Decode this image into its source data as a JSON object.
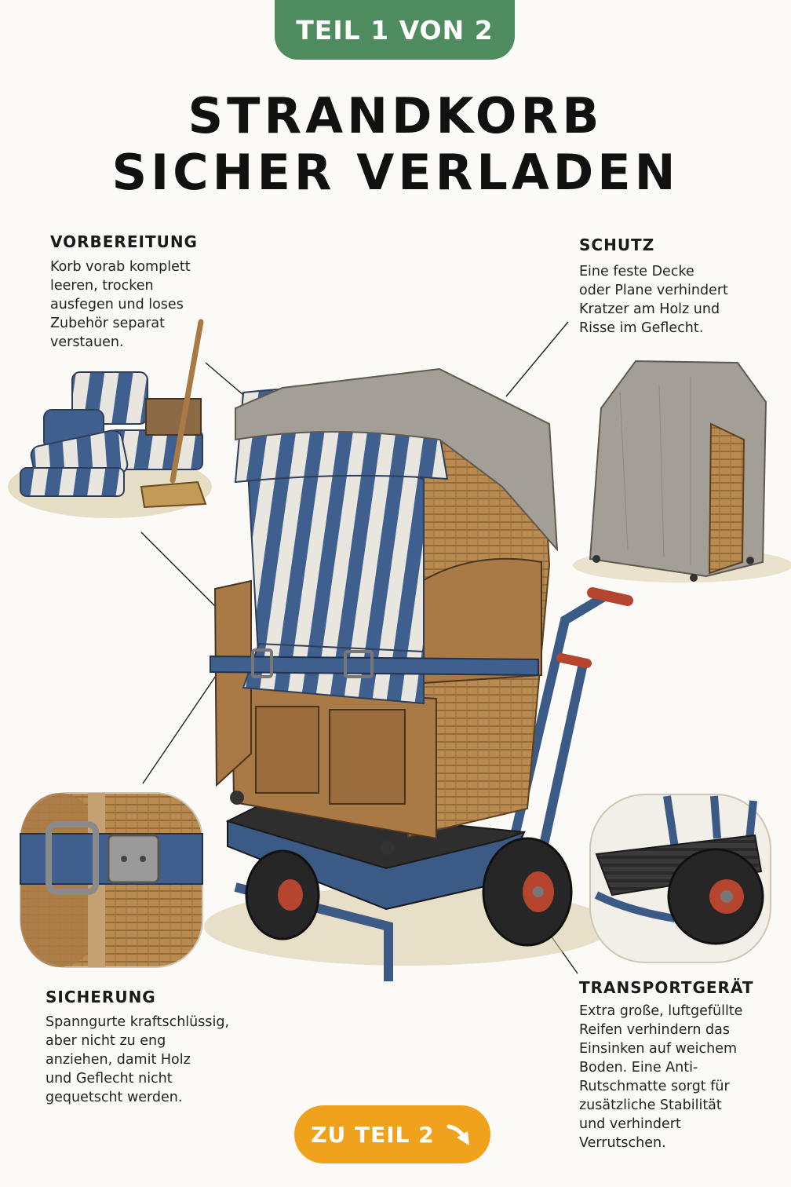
{
  "badge": {
    "label": "TEIL 1 VON 2"
  },
  "title": {
    "line1": "STRANDKORB",
    "line2": "SICHER VERLADEN"
  },
  "sections": {
    "vorbereitung": {
      "heading": "VORBEREITUNG",
      "lines": [
        "Korb vorab komplett",
        "leeren, trocken",
        "ausfegen und loses",
        "Zubehör separat",
        "verstauen."
      ]
    },
    "schutz": {
      "heading": "SCHUTZ",
      "lines": [
        "Eine feste Decke",
        "oder Plane verhindert",
        "Kratzer am Holz und",
        "Risse im Geflecht."
      ]
    },
    "sicherung": {
      "heading": "SICHERUNG",
      "lines": [
        "Spanngurte kraftschlüssig,",
        "aber nicht zu eng",
        "anziehen, damit Holz",
        "und Geflecht nicht",
        "gequetscht werden."
      ]
    },
    "transportgeraet": {
      "heading": "TRANSPORTGERÄT",
      "lines": [
        "Extra große, luftgefüllte",
        "Reifen verhindern das",
        "Einsinken auf weichem",
        "Boden. Eine Anti-",
        "Rutschmatte sorgt für",
        "zusätzliche Stabilität",
        "und verhindert",
        "Verrutschen."
      ]
    }
  },
  "cta": {
    "label": "ZU TEIL 2",
    "icon": "arrow-down-right-icon"
  },
  "colors": {
    "badge": "#4e8b5f",
    "cta": "#f0a21d",
    "wood": "#a97a45",
    "wicker": "#b98b50",
    "stripe_blue": "#3f5f8f",
    "cover": "#a39f96",
    "frame_blue": "#3b5b86",
    "handle_red": "#b5452e"
  },
  "illustrations": [
    "strandkorb-on-cart",
    "cushions-and-broom",
    "covered-strandkorb",
    "strap-buckle-closeup",
    "cart-wheel-closeup"
  ]
}
